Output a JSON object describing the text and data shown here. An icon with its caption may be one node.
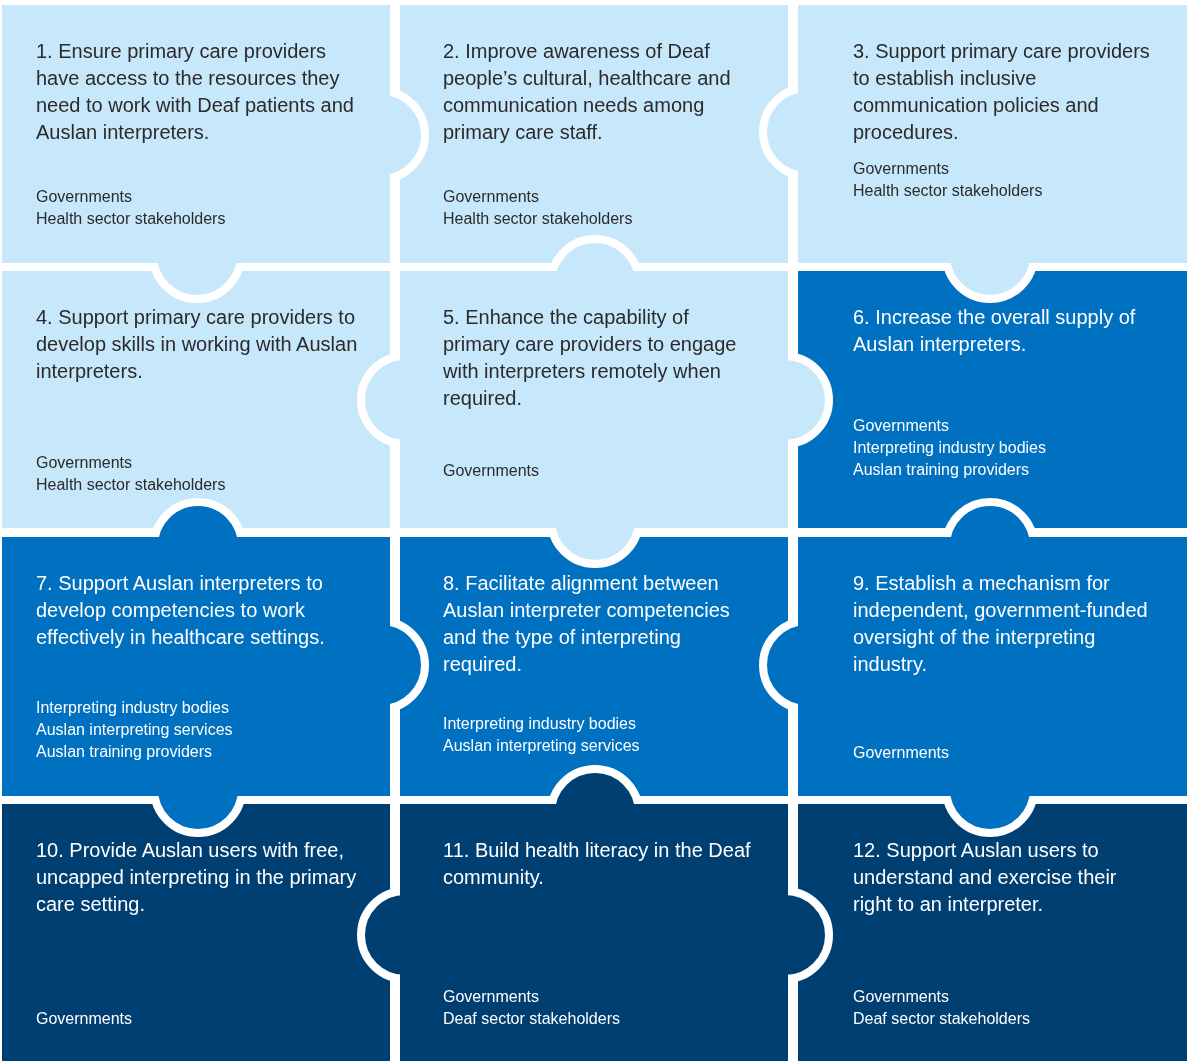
{
  "diagram": {
    "nodes": [
      {
        "text": [
          "1. Ensure primary care providers have access to the resources they need to work with Deaf patients and Auslan interpreters.",
          "Governments",
          "Health sector stakeholders"
        ]
      },
      {
        "text": [
          "2. Improve awareness of Deaf people’s cultural, healthcare and communication needs among primary care staff.",
          "Governments",
          "Health sector stakeholders"
        ]
      },
      {
        "text": [
          "3. Support primary care providers to establish inclusive communication policies and procedures.",
          "Governments",
          "Health sector stakeholders"
        ]
      },
      {
        "text": [
          "4. Support primary care providers to develop skills in working with Auslan interpreters.",
          "Governments",
          "Health sector stakeholders"
        ]
      },
      {
        "text": [
          "5. Enhance the capability of primary care providers to engage with interpreters remotely when required.",
          "Governments"
        ]
      },
      {
        "text": [
          "6. Increase the overall supply of Auslan interpreters.",
          "Governments",
          "Interpreting industry bodies",
          "Auslan training providers"
        ]
      },
      {
        "text": [
          "7. Support Auslan interpreters to develop competencies to work effectively in healthcare settings.",
          "Interpreting industry bodies",
          "Auslan interpreting services",
          "Auslan training providers"
        ]
      },
      {
        "text": [
          "8. Facilitate alignment between Auslan interpreter competencies and the type of interpreting required.",
          "Interpreting industry bodies",
          "Auslan interpreting services"
        ]
      },
      {
        "text": [
          "9. Establish a mechanism for independent, government-funded oversight of the interpreting industry.",
          "Governments"
        ]
      },
      {
        "text": [
          "10. Provide Auslan users with free, uncapped interpreting in the primary care setting.",
          "Governments"
        ]
      },
      {
        "text": [
          "11. Build health literacy in the Deaf community.",
          "Governments",
          "Deaf sector stakeholders"
        ]
      },
      {
        "text": [
          "12. Support Auslan users to understand and exercise their right to an interpreter.",
          "Governments",
          "Deaf sector stakeholders"
        ]
      }
    ]
  }
}
